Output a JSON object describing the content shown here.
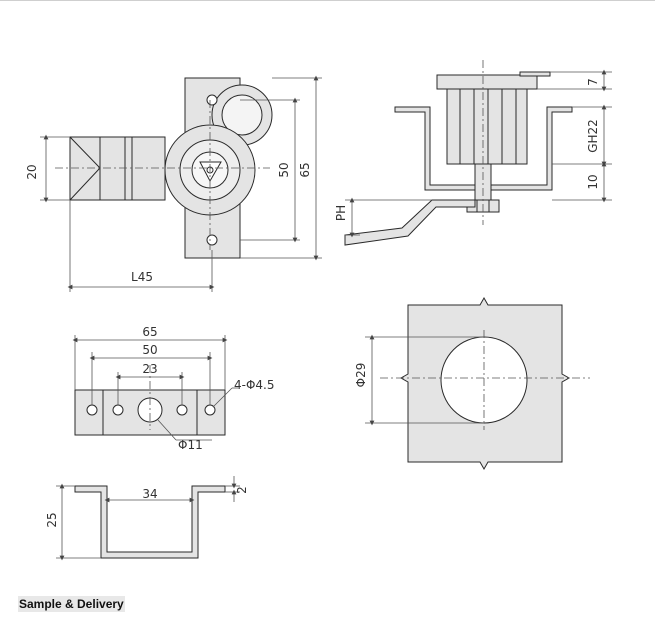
{
  "dimensions": {
    "front_height_small": "20",
    "front_height_50": "50",
    "front_height_65": "65",
    "front_length": "L45",
    "side_top": "7",
    "side_gh": "GH22",
    "side_bottom": "10",
    "side_ph": "PH",
    "bracket_65": "65",
    "bracket_50": "50",
    "bracket_23": "23",
    "bracket_holes": "4-Φ4.5",
    "bracket_center": "Φ11",
    "cutout_diameter": "Φ29",
    "profile_34": "34",
    "profile_25": "25",
    "profile_2": "2"
  },
  "footer": {
    "section_label": "Sample & Delivery"
  },
  "colors": {
    "fill": "#e4e4e4",
    "stroke": "#2a2a2a",
    "dimline": "#444444"
  }
}
